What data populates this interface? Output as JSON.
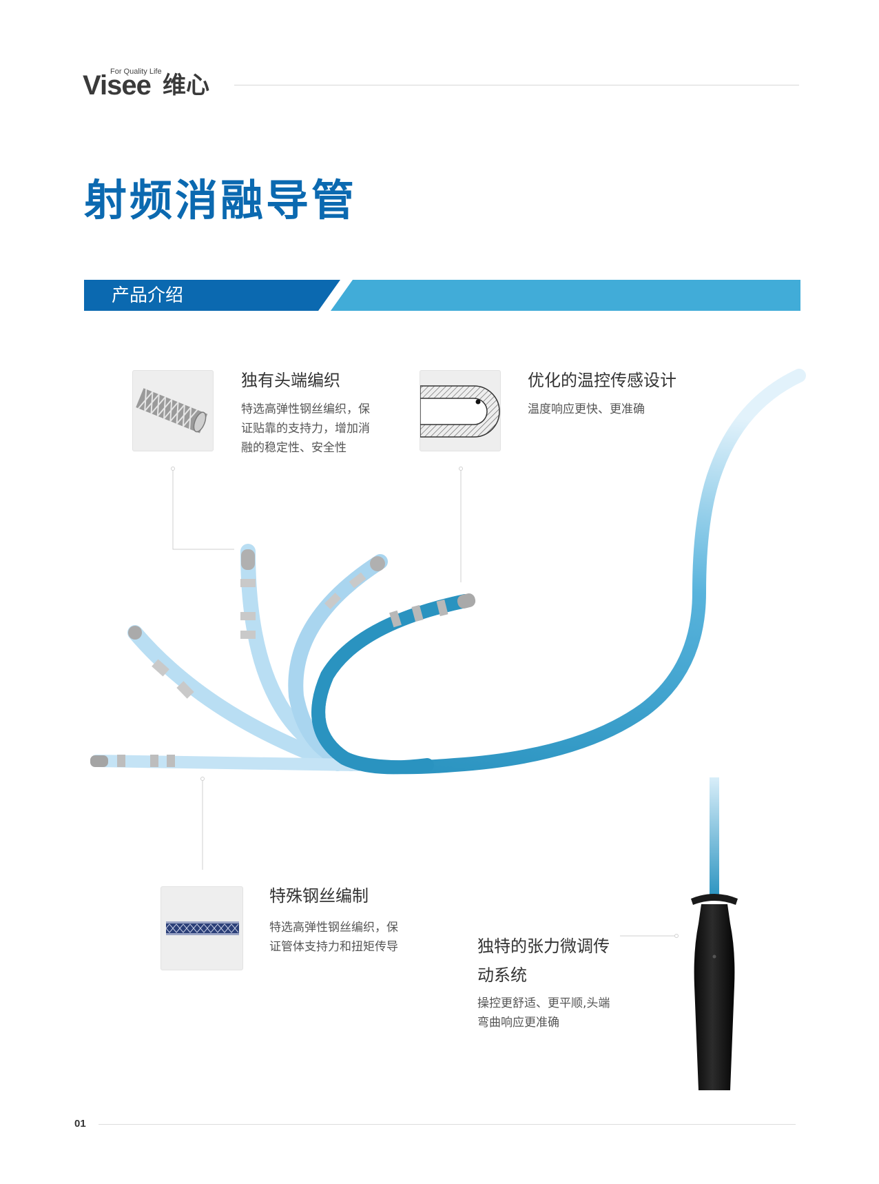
{
  "brand": {
    "logo_mark": "Visee",
    "tagline": "For Quality Life",
    "name_cn": "维心"
  },
  "page": {
    "title": "射频消融导管",
    "section_label": "产品介绍",
    "page_number": "01"
  },
  "colors": {
    "title_blue": "#0b69b0",
    "bar_dark": "#0b69b0",
    "bar_light": "#41acd8",
    "catheter_blue": "#2a93c0",
    "catheter_light": "#b7ddf3"
  },
  "features": {
    "tip_braid": {
      "title": "独有头端编织",
      "desc": [
        "特选高弹性钢丝编织，保",
        "证贴靠的支持力，增加消",
        "融的稳定性、安全性"
      ],
      "icon": "braided-tip-icon"
    },
    "temp_sensor": {
      "title": "优化的温控传感设计",
      "desc": [
        "温度响应更快、更准确"
      ],
      "icon": "temp-sensor-section-icon"
    },
    "steel_braid": {
      "title": "特殊钢丝编制",
      "desc": [
        "特选高弹性钢丝编织，保",
        "证管体支持力和扭矩传导"
      ],
      "icon": "steel-braid-icon"
    },
    "tension_system": {
      "title": [
        "独特的张力微调传",
        "动系统"
      ],
      "desc": [
        "操控更舒适、更平顺,头端",
        "弯曲响应更准确"
      ],
      "icon": "handle-icon"
    }
  }
}
